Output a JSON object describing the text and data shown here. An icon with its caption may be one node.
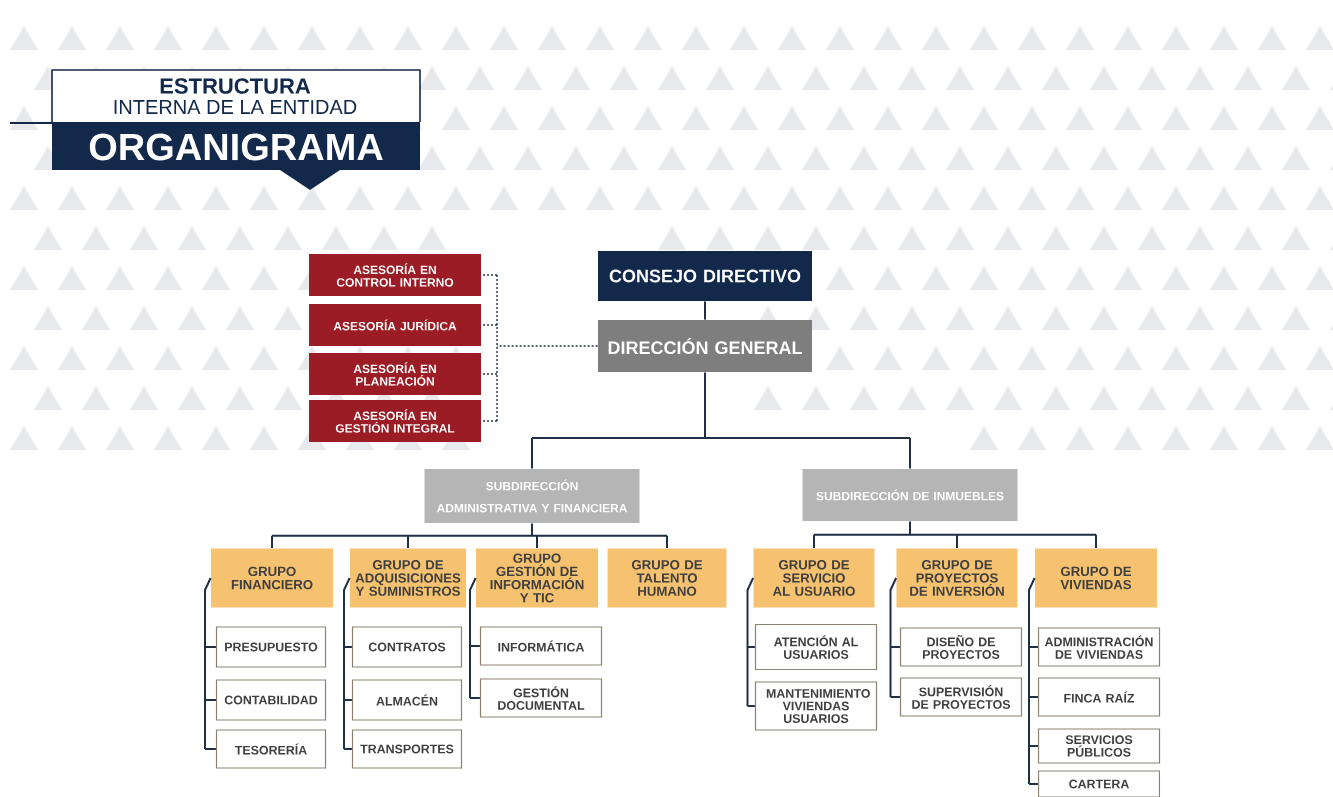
{
  "diagram": {
    "title": "ORGANIGRAMA",
    "labels": [
      "ESTRUCTURA",
      "INTERNA DE LA ENTIDAD"
    ],
    "nodes": [
      {
        "text": [
          "CONSEJO DIRECTIVO"
        ]
      },
      {
        "text": [
          "DIRECCIÓN GENERAL"
        ]
      },
      {
        "text": [
          "ASESORÍA EN CONTROL INTERNO"
        ]
      },
      {
        "text": [
          "ASESORÍA JURÍDICA"
        ]
      },
      {
        "text": [
          "ASESORÍA EN PLANEACIÓN"
        ]
      },
      {
        "text": [
          "ASESORÍA EN GESTIÓN INTEGRAL"
        ]
      },
      {
        "text": [
          "SUBDIRECCIÓN ADMINISTRATIVA Y FINANCIERA"
        ]
      },
      {
        "text": [
          "SUBDIRECCIÓN DE INMUEBLES"
        ]
      },
      {
        "text": [
          "GRUPO FINANCIERO"
        ]
      },
      {
        "text": [
          "GRUPO DE ADQUISICIONES Y SUMINISTROS"
        ]
      },
      {
        "text": [
          "GRUPO GESTIÓN DE INFORMACIÓN Y TIC"
        ]
      },
      {
        "text": [
          "GRUPO DE TALENTO HUMANO"
        ]
      },
      {
        "text": [
          "GRUPO DE SERVICIO AL USUARIO"
        ]
      },
      {
        "text": [
          "GRUPO DE PROYECTOS DE INVERSIÓN"
        ]
      },
      {
        "text": [
          "GRUPO DE VIVIENDAS"
        ]
      },
      {
        "text": [
          "PRESUPUESTO"
        ]
      },
      {
        "text": [
          "CONTABILIDAD"
        ]
      },
      {
        "text": [
          "TESORERÍA"
        ]
      },
      {
        "text": [
          "CONTRATOS"
        ]
      },
      {
        "text": [
          "ALMACÉN"
        ]
      },
      {
        "text": [
          "TRANSPORTES"
        ]
      },
      {
        "text": [
          "INFORMÁTICA"
        ]
      },
      {
        "text": [
          "GESTIÓN DOCUMENTAL"
        ]
      },
      {
        "text": [
          "ATENCIÓN AL USUARIOS"
        ]
      },
      {
        "text": [
          "MANTENIMIENTO VIVIENDAS USUARIOS"
        ]
      },
      {
        "text": [
          "DISEÑO DE PROYECTOS"
        ]
      },
      {
        "text": [
          "SUPERVISIÓN DE PROYECTOS"
        ]
      },
      {
        "text": [
          "ADMINISTRACIÓN DE VIVIENDAS"
        ]
      },
      {
        "text": [
          "FINCA RAÍZ"
        ]
      },
      {
        "text": [
          "SERVICIOS PÚBLICOS"
        ]
      },
      {
        "text": [
          "CARTERA"
        ]
      }
    ],
    "edges": [
      {
        "from": 0,
        "to": 1,
        "arrow": "none"
      },
      {
        "from": 1,
        "to": 2,
        "arrow": "none",
        "style": "dashed"
      },
      {
        "from": 1,
        "to": 3,
        "arrow": "none",
        "style": "dashed"
      },
      {
        "from": 1,
        "to": 4,
        "arrow": "none",
        "style": "dashed"
      },
      {
        "from": 1,
        "to": 5,
        "arrow": "none",
        "style": "dashed"
      },
      {
        "from": 1,
        "to": 6,
        "arrow": "none"
      },
      {
        "from": 1,
        "to": 7,
        "arrow": "none"
      },
      {
        "from": 6,
        "to": 8,
        "arrow": "none"
      },
      {
        "from": 6,
        "to": 9,
        "arrow": "none"
      },
      {
        "from": 6,
        "to": 10,
        "arrow": "none"
      },
      {
        "from": 6,
        "to": 11,
        "arrow": "none"
      },
      {
        "from": 7,
        "to": 12,
        "arrow": "none"
      },
      {
        "from": 7,
        "to": 13,
        "arrow": "none"
      },
      {
        "from": 7,
        "to": 14,
        "arrow": "none"
      },
      {
        "from": 8,
        "to": 15,
        "arrow": "none"
      },
      {
        "from": 8,
        "to": 16,
        "arrow": "none"
      },
      {
        "from": 8,
        "to": 17,
        "arrow": "none"
      },
      {
        "from": 9,
        "to": 18,
        "arrow": "none"
      },
      {
        "from": 9,
        "to": 19,
        "arrow": "none"
      },
      {
        "from": 9,
        "to": 20,
        "arrow": "none"
      },
      {
        "from": 10,
        "to": 21,
        "arrow": "none"
      },
      {
        "from": 10,
        "to": 22,
        "arrow": "none"
      },
      {
        "from": 12,
        "to": 23,
        "arrow": "none"
      },
      {
        "from": 12,
        "to": 24,
        "arrow": "none"
      },
      {
        "from": 13,
        "to": 25,
        "arrow": "none"
      },
      {
        "from": 13,
        "to": 26,
        "arrow": "none"
      },
      {
        "from": 14,
        "to": 27,
        "arrow": "none"
      },
      {
        "from": 14,
        "to": 28,
        "arrow": "none"
      },
      {
        "from": 14,
        "to": 29,
        "arrow": "none"
      },
      {
        "from": 14,
        "to": 30,
        "arrow": "none"
      }
    ]
  }
}
